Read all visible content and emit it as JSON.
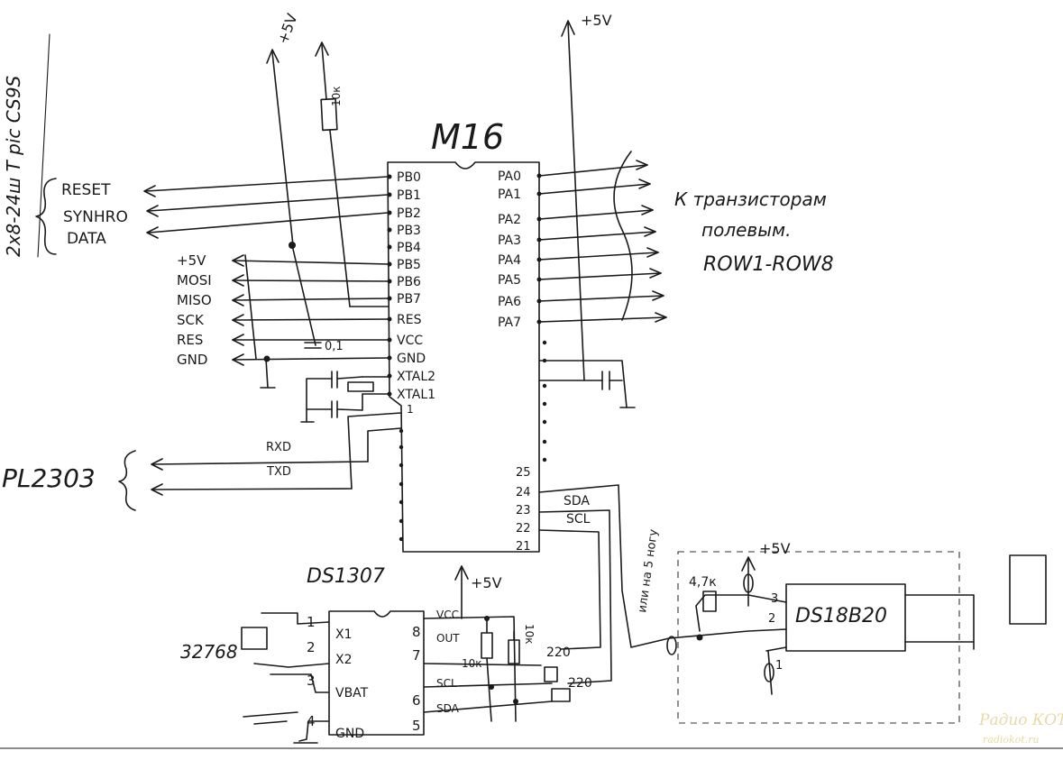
{
  "chip": {
    "name": "M16",
    "left_pins": [
      "PB0",
      "PB1",
      "PB2",
      "PB3",
      "PB4",
      "PB5",
      "PB6",
      "PB7",
      "RES",
      "VCC",
      "GND",
      "XTAL2",
      "XTAL1"
    ],
    "pin_one": "1",
    "right_pins": [
      "PA0",
      "PA1",
      "PA2",
      "PA3",
      "PA4",
      "PA5",
      "PA6",
      "PA7"
    ],
    "right_pin_numbers": [
      "25",
      "24",
      "23",
      "22",
      "21"
    ],
    "sda": "SDA",
    "scl": "SCL"
  },
  "side_text": "2x8-24ш T pic CS9S",
  "shift_group": {
    "labels": [
      "RESET",
      "SYNHRO",
      "DATA"
    ]
  },
  "isp_group": {
    "labels": [
      "+5V",
      "MOSI",
      "MISO",
      "SCK",
      "RES",
      "GND"
    ]
  },
  "supply_labels": {
    "left": "+5V",
    "right": "+5V"
  },
  "resistor_10k_top": "10к",
  "cap_label": "0,1",
  "row_text": {
    "line1": "К транзисторам",
    "line2": "полевым.",
    "line3": "ROW1-ROW8"
  },
  "uart": {
    "name": "PL2303",
    "rxd": "RXD",
    "txd": "TXD"
  },
  "rtc": {
    "name": "DS1307",
    "supply": "+5V",
    "left_pins": [
      {
        "num": "1",
        "name": "X1"
      },
      {
        "num": "2",
        "name": "X2"
      },
      {
        "num": "3",
        "name": "VBAT"
      },
      {
        "num": "4",
        "name": "GND"
      }
    ],
    "right_pins": [
      {
        "num": "8",
        "name": "VCC"
      },
      {
        "num": "7",
        "name": "OUT"
      },
      {
        "num": "6",
        "name": "SCL"
      },
      {
        "num": "5",
        "name": "SDA"
      }
    ],
    "crystal": "32768",
    "r10k_a": "10к",
    "r10k_b": "10к",
    "r220_a": "220",
    "r220_b": "220"
  },
  "sensor": {
    "name": "DS18B20",
    "supply": "+5V",
    "resistor": "4,7к",
    "pins": [
      "3",
      "2",
      "1"
    ],
    "note": "или на 5 ногу"
  },
  "watermark": {
    "line1": "Радио КОТ",
    "line2": "radiokot.ru"
  }
}
